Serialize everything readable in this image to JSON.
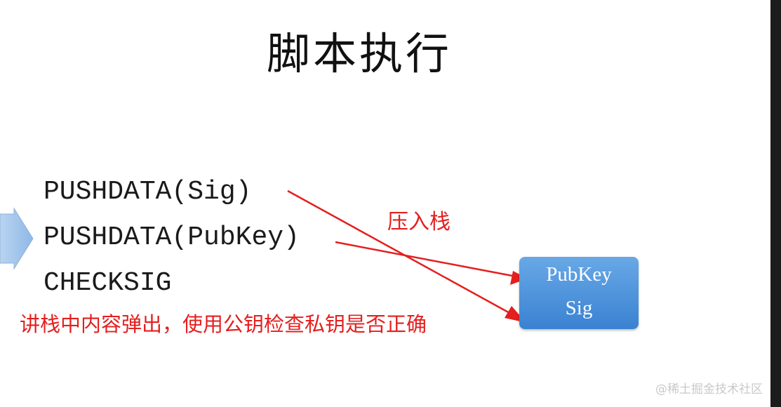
{
  "title": "脚本执行",
  "commands": [
    "PUSHDATA(Sig)",
    "PUSHDATA(PubKey)",
    "CHECKSIG"
  ],
  "annotations": {
    "push_to_stack": "压入栈",
    "explanation": "讲栈中内容弹出，使用公钥检查私钥是否正确"
  },
  "stack": [
    "PubKey",
    "Sig"
  ],
  "watermark": "@稀土掘金技术社区",
  "colors": {
    "annotation": "#e41f1f",
    "stack_box": "#4a90d9",
    "pointer_arrow": "#9ec3ea"
  }
}
